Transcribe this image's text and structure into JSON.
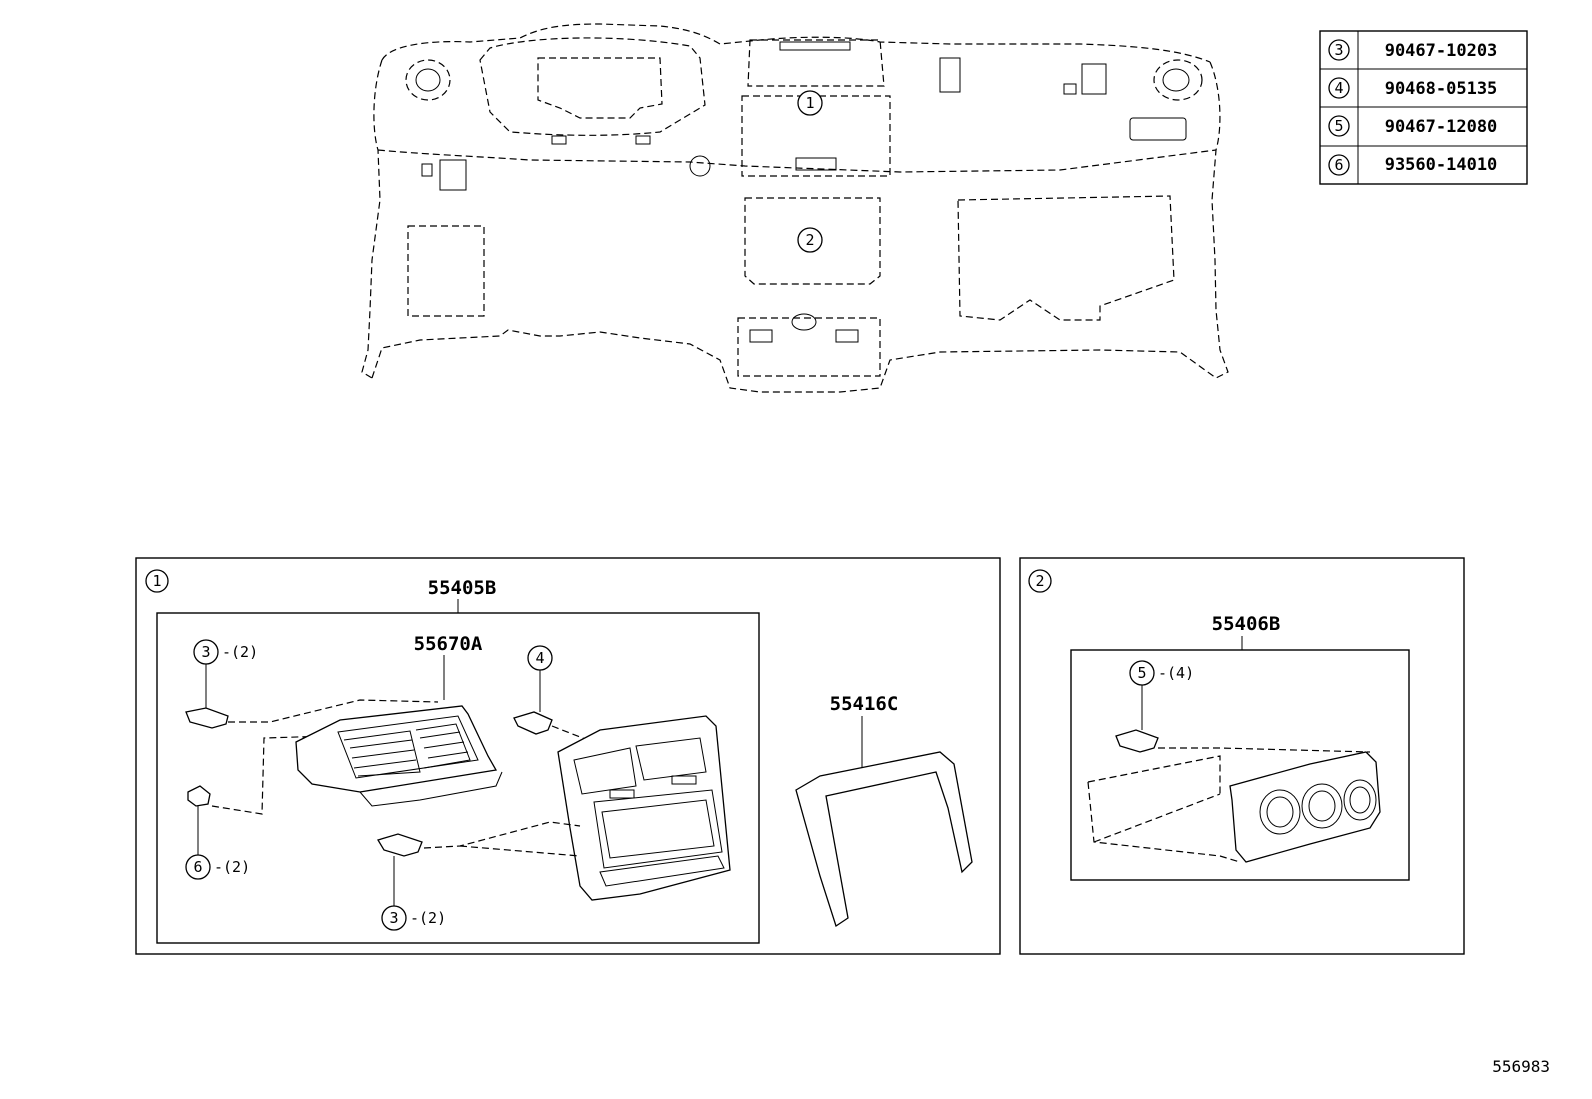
{
  "parts_table": [
    {
      "ref": "3",
      "part_no": "90467-10203"
    },
    {
      "ref": "4",
      "part_no": "90468-05135"
    },
    {
      "ref": "5",
      "part_no": "90467-12080"
    },
    {
      "ref": "6",
      "part_no": "93560-14010"
    }
  ],
  "overview": {
    "callouts": [
      "1",
      "2"
    ]
  },
  "box1": {
    "ref": "1",
    "assembly_label": "55405B",
    "register_label": "55670A",
    "bracket_label": "55416C",
    "clip_top": {
      "ref": "3",
      "qty": "-(2)"
    },
    "clip_right": {
      "ref": "4"
    },
    "screw": {
      "ref": "6",
      "qty": "-(2)"
    },
    "clip_bottom": {
      "ref": "3",
      "qty": "-(2)"
    }
  },
  "box2": {
    "ref": "2",
    "assembly_label": "55406B",
    "clip": {
      "ref": "5",
      "qty": "-(4)"
    }
  },
  "footer_id": "556983"
}
